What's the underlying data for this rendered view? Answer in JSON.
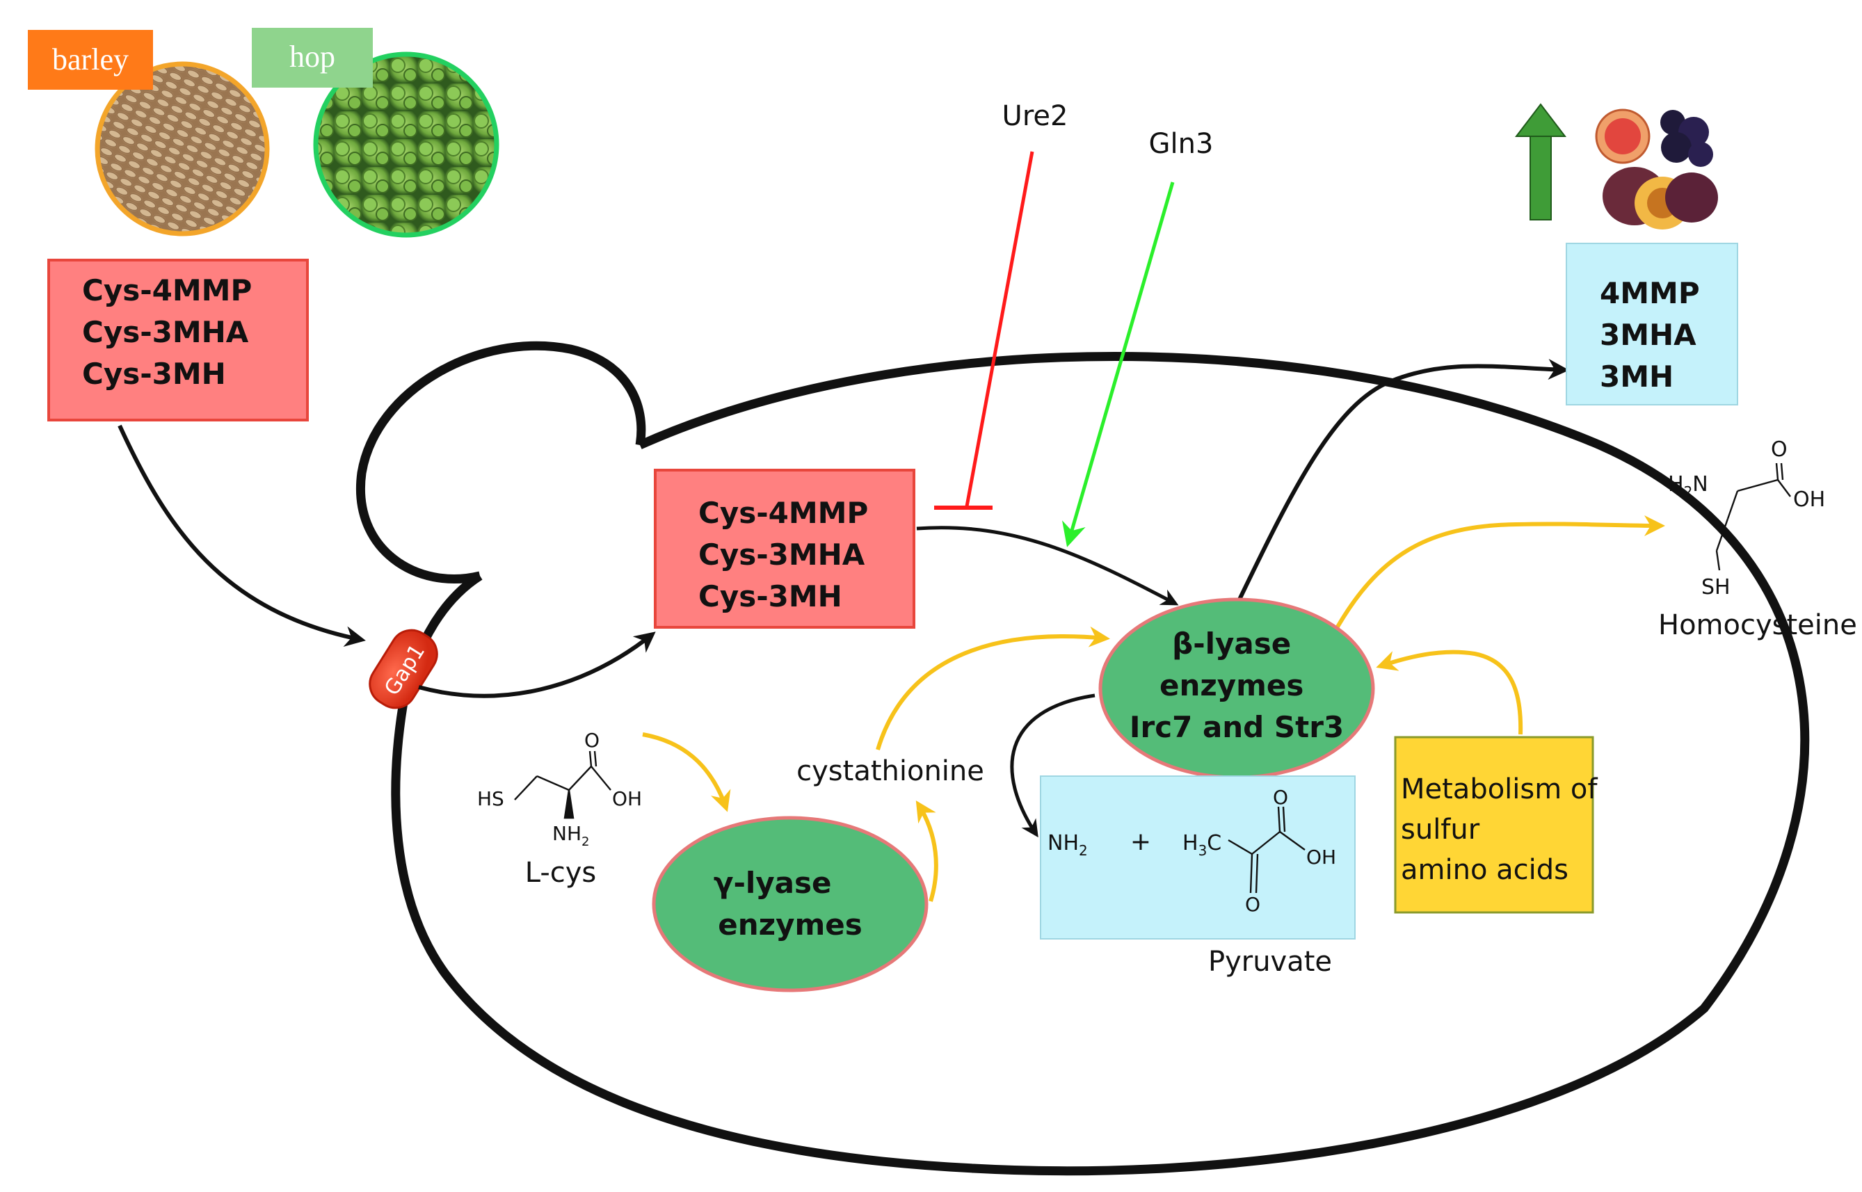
{
  "sources": {
    "barley_label": "barley",
    "hop_label": "hop"
  },
  "precursors_outside": [
    "Cys-4MMP",
    "Cys-3MHA",
    "Cys-3MH"
  ],
  "precursors_inside": [
    "Cys-4MMP",
    "Cys-3MHA",
    "Cys-3MH"
  ],
  "transporter": "Gap1",
  "regulators": {
    "inhibitor": "Ure2",
    "activator": "Gln3"
  },
  "beta_lyase": [
    "β-lyase",
    "enzymes",
    "Irc7 and Str3"
  ],
  "gamma_lyase": [
    "γ-lyase",
    "enzymes"
  ],
  "metabolites": {
    "cystathionine": "cystathionine",
    "lcys": "L-cys",
    "pyruvate": "Pyruvate",
    "homocysteine": "Homocysteine"
  },
  "chem": {
    "hs": "HS",
    "oh": "OH",
    "o": "O",
    "nh2": "NH",
    "sub2": "2",
    "h2n_h": "H",
    "h2n_n": "N",
    "sh": "SH",
    "h3c_h": "H",
    "h3c_c": "C",
    "sub3": "3",
    "plus": "+"
  },
  "sulfur_metabolism": [
    "Metabolism of",
    "sulfur",
    "amino acids"
  ],
  "thiols": [
    "4MMP",
    "3MHA",
    "3MH"
  ],
  "colors": {
    "precursor_box": "#ff8080",
    "precursor_border": "#e8463c",
    "enzyme_fill": "#54bc78",
    "enzyme_border": "#e67878",
    "product_box": "#c5f2fb",
    "sulfur_box": "#ffd635",
    "yellow_arrow": "#f7c21a",
    "inhibit_line": "#ff1a1a",
    "activate_line": "#2bef2b",
    "up_arrow": "#3f9c37",
    "barley_tag": "#ff7a18",
    "hop_tag": "#8fd48d"
  }
}
